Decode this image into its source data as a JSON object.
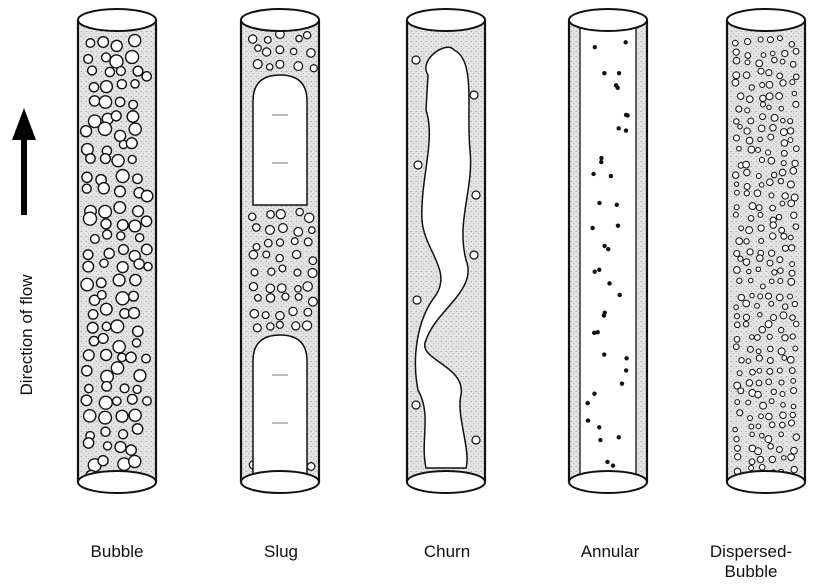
{
  "direction_label": "Direction of flow",
  "regimes": [
    {
      "key": "bubble",
      "label": "Bubble"
    },
    {
      "key": "slug",
      "label": "Slug"
    },
    {
      "key": "churn",
      "label": "Churn"
    },
    {
      "key": "annular",
      "label": "Annular"
    },
    {
      "key": "dispersed",
      "label": "Dispersed-Bubble"
    }
  ],
  "colors": {
    "liquid": "#dcdcdc",
    "outline": "#111111",
    "gas": "#ffffff"
  }
}
